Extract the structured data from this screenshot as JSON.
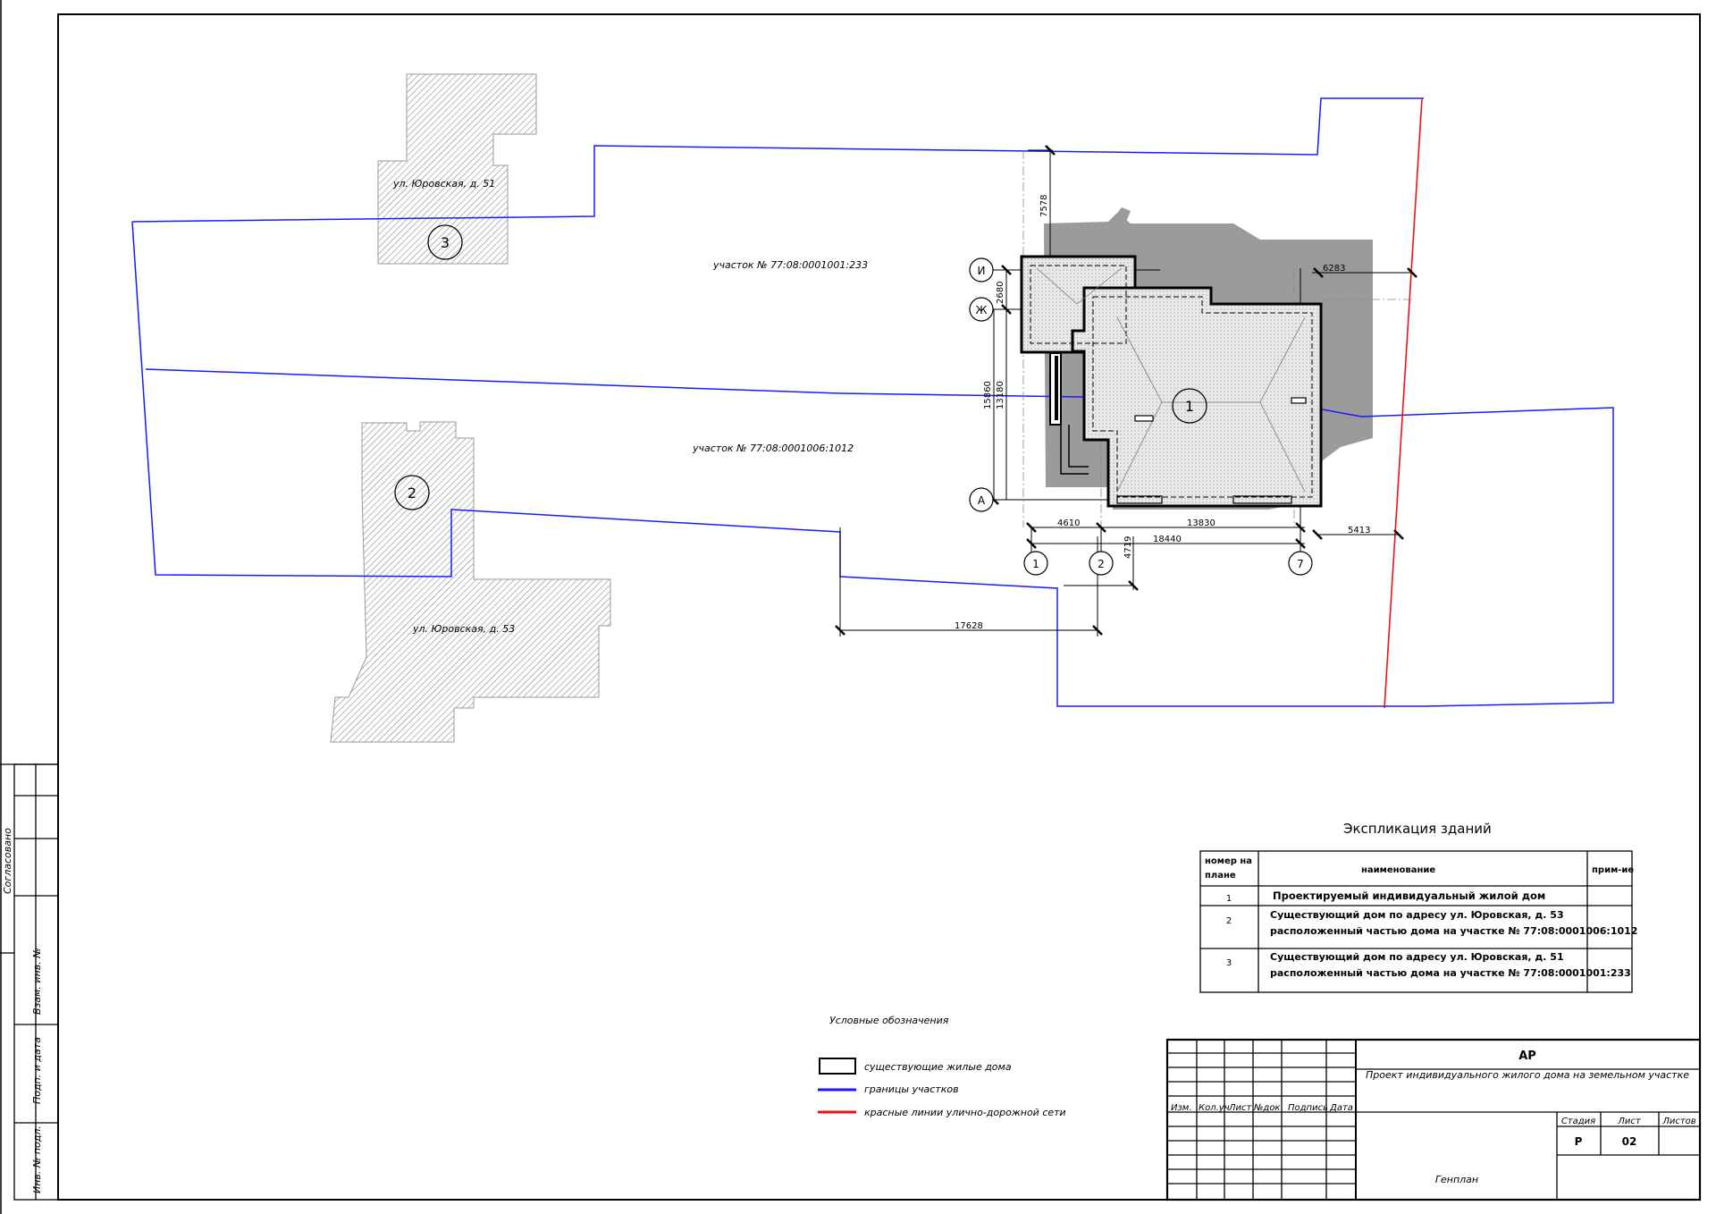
{
  "plan": {
    "plot_labels": [
      "участок № 77:08:0001001:233",
      "участок № 77:08:0001006:1012"
    ],
    "house_labels": [
      "ул. Юровская, д. 51",
      "ул. Юровская, д. 53"
    ],
    "markers": [
      "1",
      "2",
      "3"
    ],
    "axis_letters": [
      "И",
      "Ж",
      "А"
    ],
    "axis_numbers": [
      "1",
      "2",
      "7"
    ],
    "dimensions": [
      "7578",
      "2680",
      "15860",
      "13180",
      "6283",
      "4610",
      "13830",
      "18440",
      "4719",
      "5413",
      "17628"
    ]
  },
  "explication": {
    "title": "Экспликация зданий",
    "headers": [
      "номер на",
      "плане",
      "наименование",
      "прим-ие"
    ],
    "rows": [
      {
        "num": "1",
        "name1": "Проектируемый индивидуальный жилой дом",
        "name2": ""
      },
      {
        "num": "2",
        "name1": "Существующий дом по адресу ул. Юровская, д. 53",
        "name2": "расположенный частью дома на участке № 77:08:0001006:1012"
      },
      {
        "num": "3",
        "name1": "Существующий дом по адресу ул. Юровская, д. 51",
        "name2": "расположенный частью дома на участке № 77:08:0001001:233"
      }
    ]
  },
  "legend": {
    "title": "Условные обозначения",
    "items": [
      "существующие жилые дома",
      "границы участков",
      "красные линии улично-дорожной сети"
    ],
    "colors": {
      "boundary": "#1a1aff",
      "red_line": "#ee1111"
    }
  },
  "side_stamp": [
    "Согласовано",
    "Взам. инв. №",
    "Подп. и дата",
    "Инв. № подл."
  ],
  "title_block": {
    "code": "АР",
    "project": "Проект индивидуального жилого дома на земельном участке",
    "cols": [
      "Изм.",
      "Кол.уч",
      "Лист",
      "№док",
      "Подпись",
      "Дата"
    ],
    "stage_label": "Стадия",
    "sheet_label": "Лист",
    "sheets_label": "Листов",
    "stage": "Р",
    "sheet": "02",
    "sheet_name": "Генплан"
  }
}
